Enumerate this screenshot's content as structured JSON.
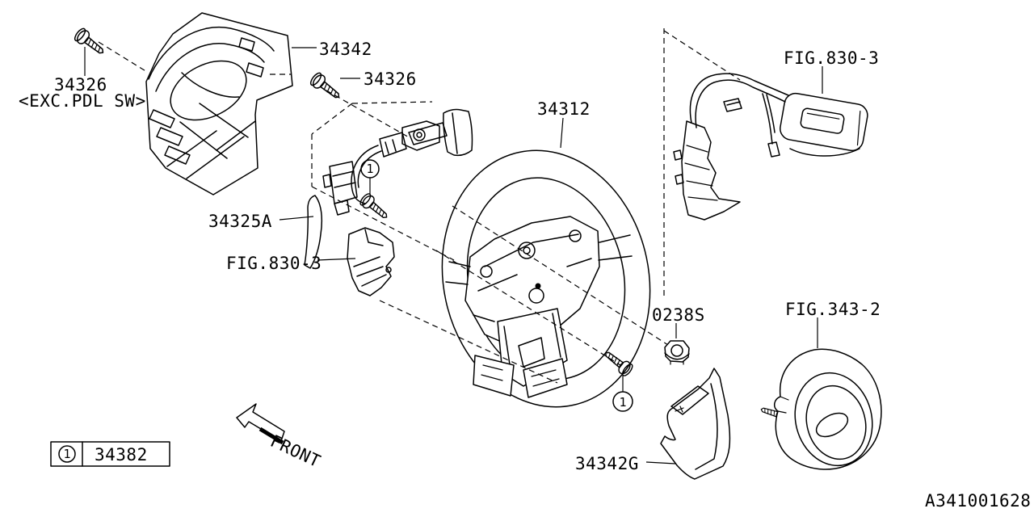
{
  "diagram": {
    "drawing_code": "A341001628",
    "front_indicator": "FRONT",
    "callout_ref": "1",
    "legend": {
      "ref": "1",
      "part_number": "34382"
    },
    "labels": {
      "screw_upper_left": "34326",
      "screw_upper_left_note": "<EXC.PDL SW>",
      "column_cover": "34342",
      "screw_upper_mid": "34326",
      "steering_wheel": "34312",
      "switch_fig_upper_right": "FIG.830-3",
      "wire_bracket": "34325A",
      "switch_fig_left": "FIG.830-3",
      "nut": "0238S",
      "airbag_fig": "FIG.343-2",
      "lower_cover": "34342G"
    },
    "colors": {
      "line": "#000000",
      "background": "#ffffff"
    }
  }
}
